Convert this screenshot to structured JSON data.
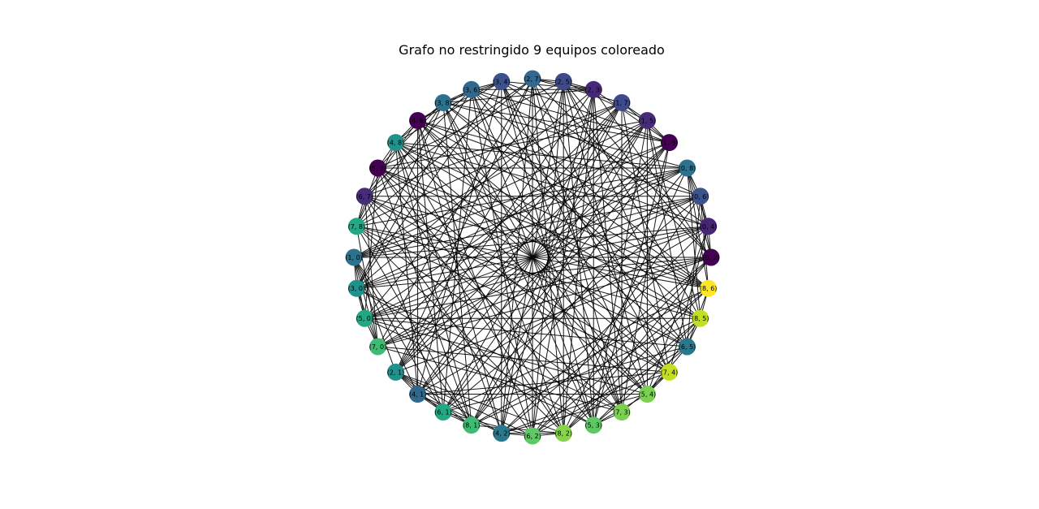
{
  "figure": {
    "title": "Grafo no restringido 9 equipos coloreado"
  },
  "graph": {
    "nodes": [
      {
        "label": "(2, 7)",
        "color": "#31688e"
      },
      {
        "label": "(2, 5)",
        "color": "#3e4a89"
      },
      {
        "label": "(2, 3)",
        "color": "#482878"
      },
      {
        "label": "(1, 7)",
        "color": "#3e4a89"
      },
      {
        "label": "(1, 5)",
        "color": "#472c7a"
      },
      {
        "label": "(1, 3)",
        "color": "#440154"
      },
      {
        "label": "(0, 8)",
        "color": "#2c728e"
      },
      {
        "label": "(0, 6)",
        "color": "#3b528b"
      },
      {
        "label": "(0, 4)",
        "color": "#482475"
      },
      {
        "label": "(0, 2)",
        "color": "#440154"
      },
      {
        "label": "(8, 6)",
        "color": "#fde725"
      },
      {
        "label": "(8, 5)",
        "color": "#c2df23"
      },
      {
        "label": "(6, 5)",
        "color": "#2a788e"
      },
      {
        "label": "(7, 4)",
        "color": "#c2df23"
      },
      {
        "label": "(5, 4)",
        "color": "#7ad151"
      },
      {
        "label": "(7, 3)",
        "color": "#7ad151"
      },
      {
        "label": "(5, 3)",
        "color": "#5ec962"
      },
      {
        "label": "(8, 2)",
        "color": "#86d549"
      },
      {
        "label": "(6, 2)",
        "color": "#5ec962"
      },
      {
        "label": "(4, 2)",
        "color": "#2a788e"
      },
      {
        "label": "(8, 1)",
        "color": "#3fbc73"
      },
      {
        "label": "(6, 1)",
        "color": "#22a884"
      },
      {
        "label": "(4, 1)",
        "color": "#31688e"
      },
      {
        "label": "(2, 1)",
        "color": "#21918c"
      },
      {
        "label": "(7, 0)",
        "color": "#3fbc73"
      },
      {
        "label": "(5, 0)",
        "color": "#22a884"
      },
      {
        "label": "(3, 0)",
        "color": "#21918c"
      },
      {
        "label": "(1, 0)",
        "color": "#2c728e"
      },
      {
        "label": "(7, 8)",
        "color": "#22a884"
      },
      {
        "label": "(6, 7)",
        "color": "#472c7a"
      },
      {
        "label": "(5, 8)",
        "color": "#440154"
      },
      {
        "label": "(4, 8)",
        "color": "#21918c"
      },
      {
        "label": "(4, 6)",
        "color": "#440154"
      },
      {
        "label": "(3, 8)",
        "color": "#2c728e"
      },
      {
        "label": "(3, 6)",
        "color": "#31688e"
      },
      {
        "label": "(3, 4)",
        "color": "#3b528b"
      }
    ]
  }
}
